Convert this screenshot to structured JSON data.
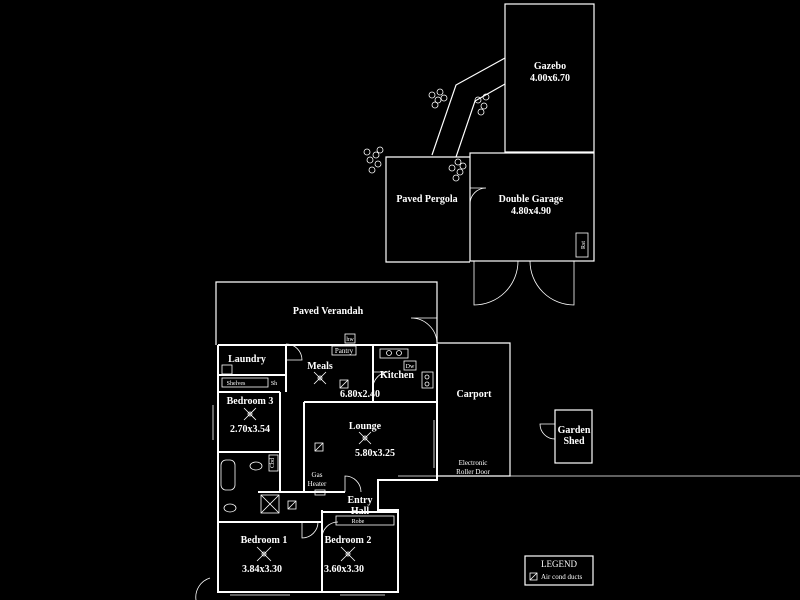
{
  "rooms": {
    "gazebo": {
      "name": "Gazebo",
      "dims": "4.00x6.70"
    },
    "paved_pergola": {
      "name": "Paved Pergola"
    },
    "double_garage": {
      "name": "Double Garage",
      "dims": "4.80x4.90"
    },
    "garage_rst": {
      "name": "Rst"
    },
    "paved_verandah": {
      "name": "Paved Verandah"
    },
    "laundry": {
      "name": "Laundry"
    },
    "meals": {
      "name": "Meals"
    },
    "kitchen": {
      "name": "Kitchen"
    },
    "kitchen_meals_dims": {
      "dims": "6.80x2.40"
    },
    "bedroom3": {
      "name": "Bedroom 3",
      "dims": "2.70x3.54"
    },
    "lounge": {
      "name": "Lounge",
      "dims": "5.80x3.25"
    },
    "carport": {
      "name": "Carport"
    },
    "garden_shed": {
      "name": "Garden",
      "name2": "Shed"
    },
    "entry_hall": {
      "name": "Entry",
      "name2": "Hall"
    },
    "bedroom1": {
      "name": "Bedroom 1",
      "dims": "3.84x3.30"
    },
    "bedroom2": {
      "name": "Bedroom 2",
      "dims": "3.60x3.30"
    }
  },
  "fixtures": {
    "hws": "hw",
    "pantry": "Pantry",
    "dishwasher": "Dw",
    "shelves": "Shelves",
    "sh": "Sh",
    "gas_heater_1": "Gas",
    "gas_heater_2": "Heater",
    "robe": "Robe",
    "electronic_1": "Electronic",
    "electronic_2": "Roller Door",
    "cbd": "Cbd"
  },
  "legend": {
    "title": "LEGEND",
    "item": "Air cond ducts"
  },
  "colors": {
    "background": "#000000",
    "lines": "#ffffff"
  }
}
